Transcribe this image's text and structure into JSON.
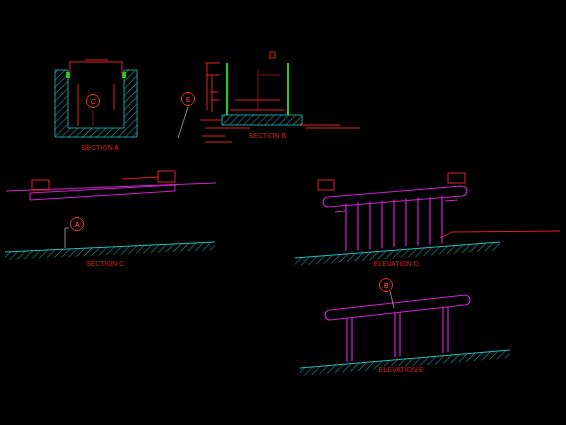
{
  "diagram": {
    "nodes": [
      {
        "text": [
          "C"
        ]
      },
      {
        "text": [
          "E"
        ]
      },
      {
        "text": [
          "A"
        ]
      },
      {
        "text": [
          "B"
        ]
      }
    ],
    "labels": [
      "SECTION A",
      "SECTION B",
      "SECTION C",
      "ELEVATION D",
      "ELEVATION E"
    ]
  }
}
